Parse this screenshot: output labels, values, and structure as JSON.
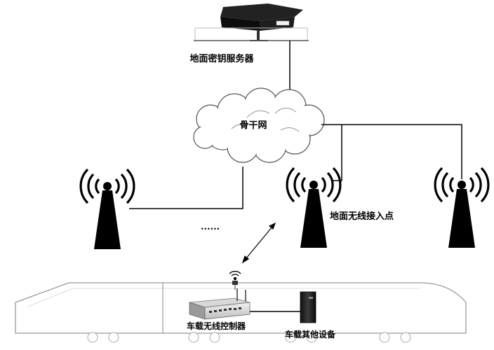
{
  "labels": {
    "server": "地面密钥服务器",
    "backbone": "骨干网",
    "access_point": "地面无线接入点",
    "ellipsis": "......",
    "controller": "车载无线控制器",
    "other_device": "车载其他设备"
  },
  "colors": {
    "line": "#000000",
    "background": "#ffffff"
  },
  "icons": {
    "server": "server-icon",
    "cloud": "cloud-icon",
    "tower": "antenna-tower-icon",
    "wifi": "wifi-icon",
    "train": "train-icon",
    "controller": "router-icon",
    "device": "cabinet-icon"
  }
}
